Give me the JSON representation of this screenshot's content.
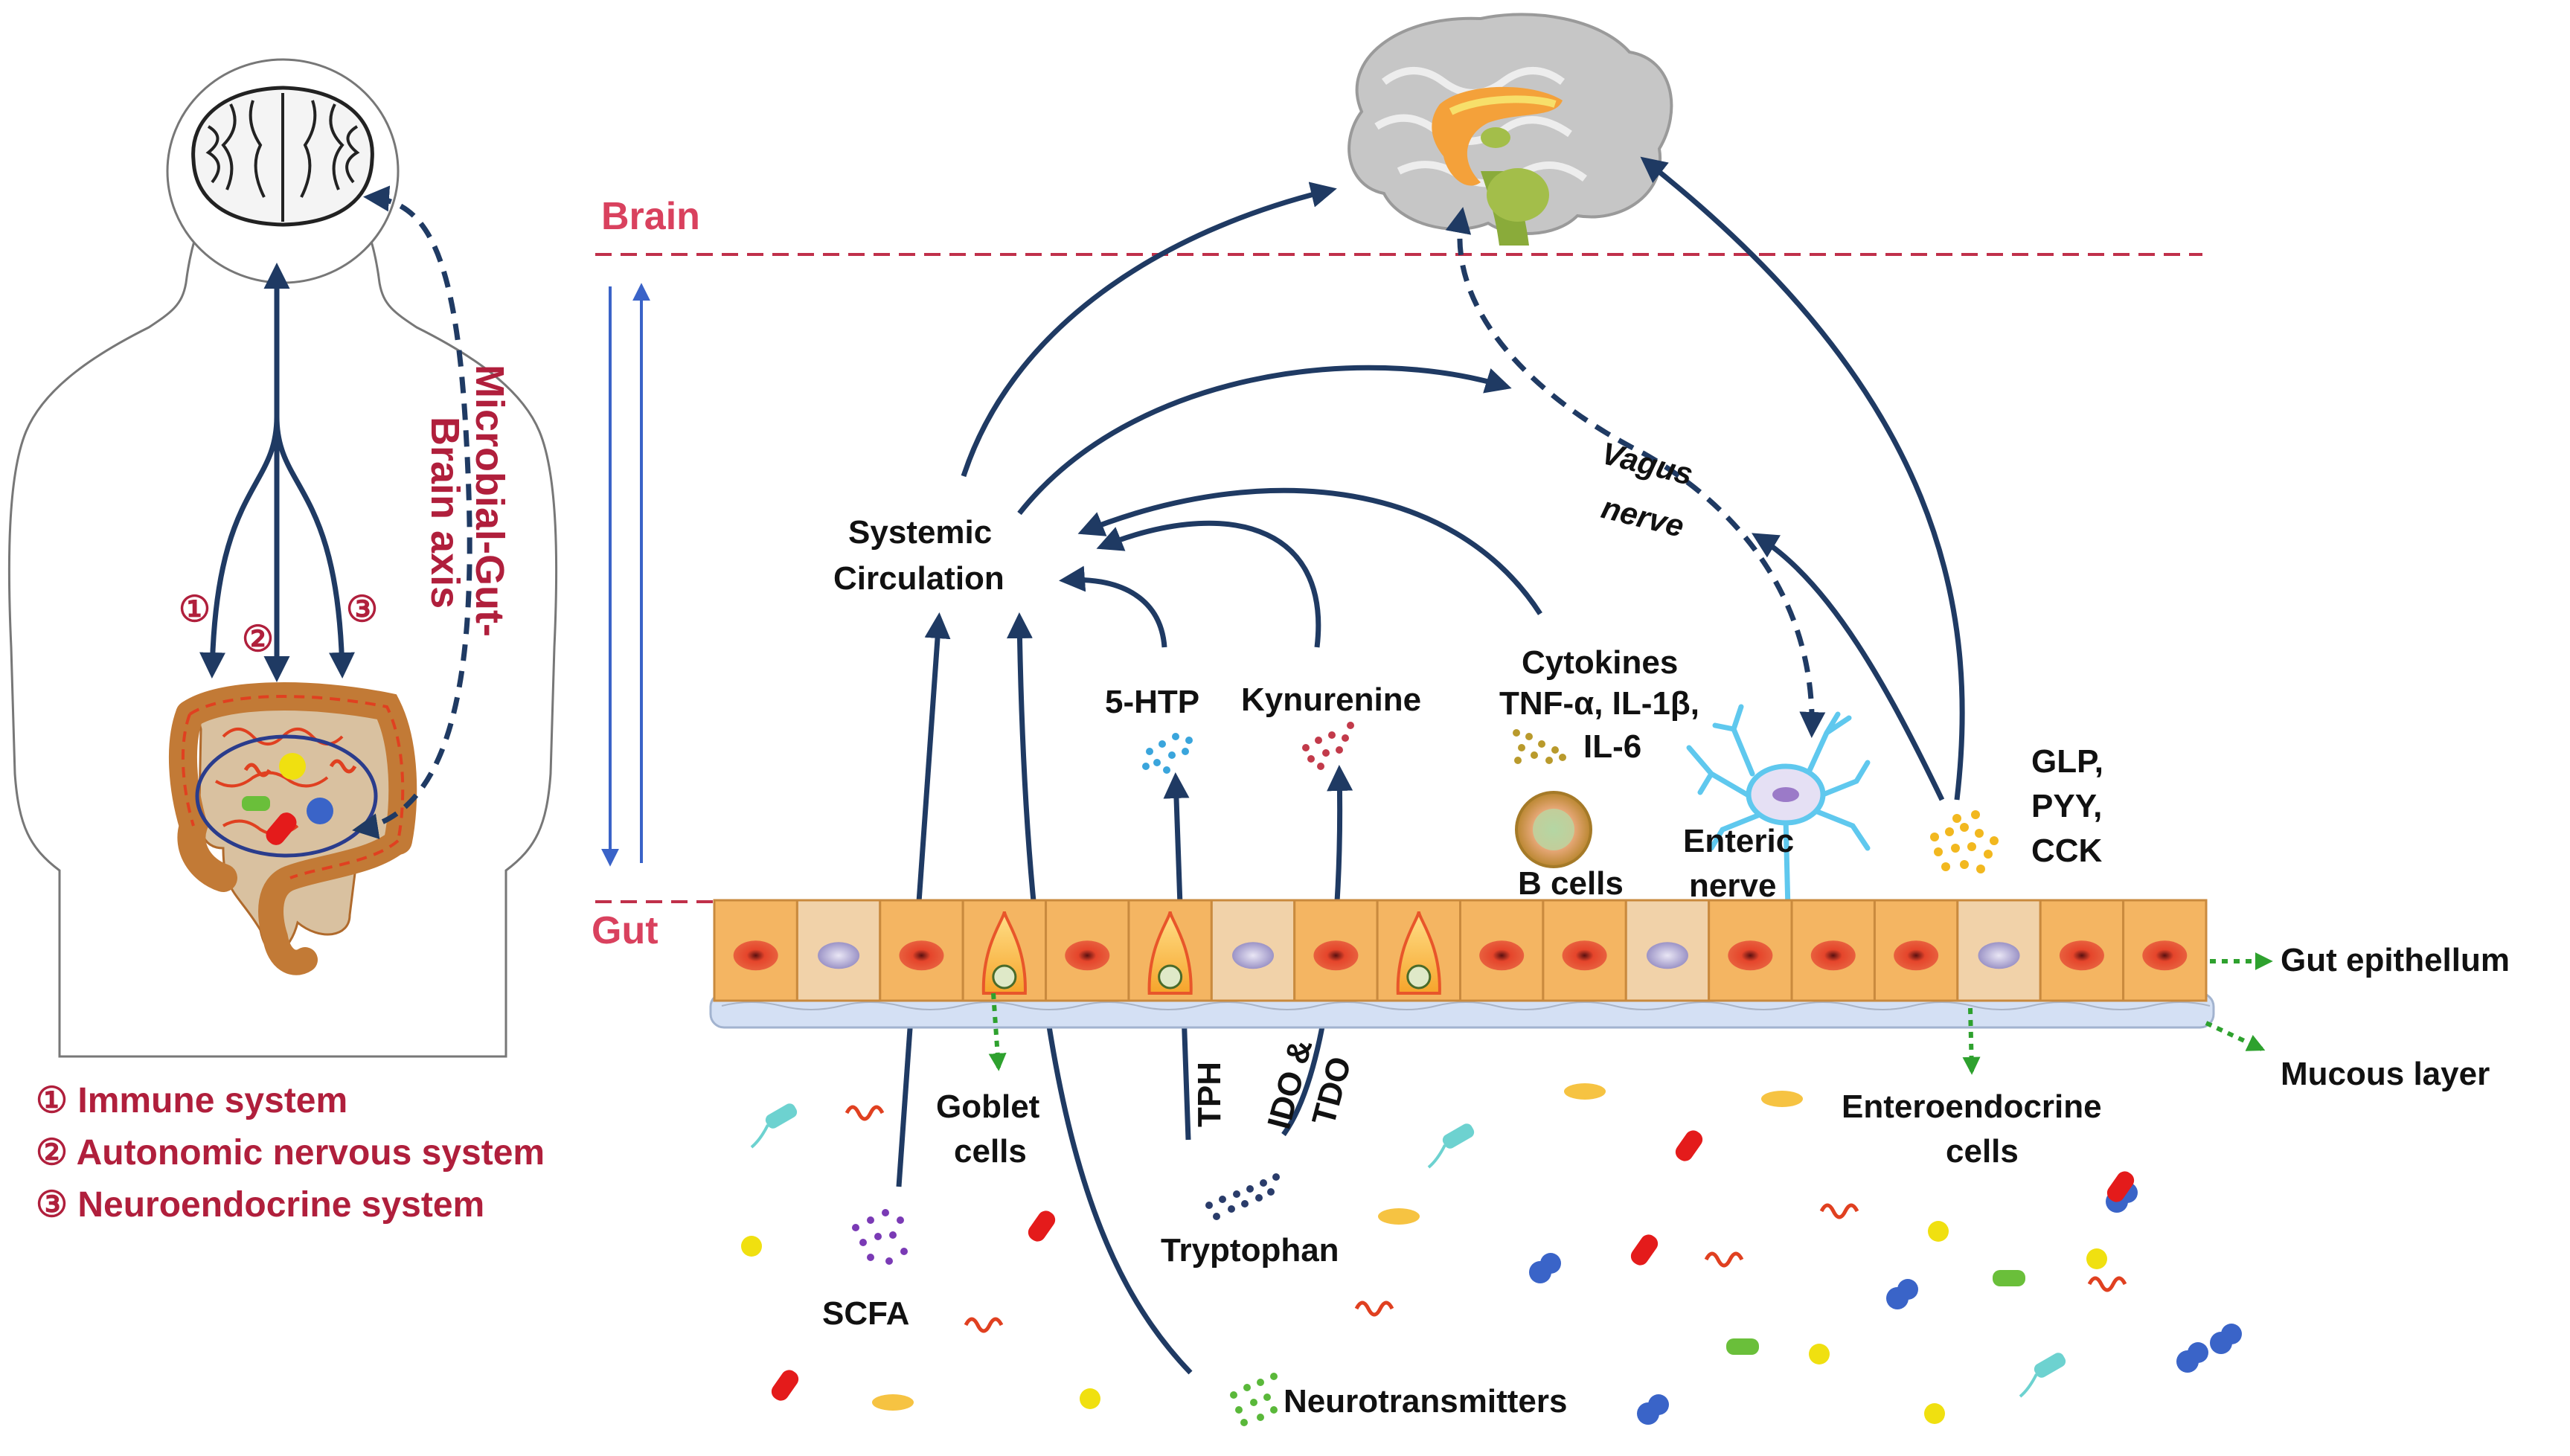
{
  "labels": {
    "brain": "Brain",
    "gut": "Gut",
    "axis_line1": "Microbial-Gut-",
    "axis_line2": "Brain axis",
    "systemic_1": "Systemic",
    "systemic_2": "Circulation",
    "htp": "5-HTP",
    "kynurenine": "Kynurenine",
    "cytokines_1": "Cytokines",
    "cytokines_2": "TNF-α, IL-1β,",
    "cytokines_3": "IL-6",
    "b_cells": "B cells",
    "vagus_1": "Vagus",
    "vagus_2": "nerve",
    "enteric_1": "Enteric",
    "enteric_2": "nerve",
    "glp": "GLP,",
    "pyy": "PYY,",
    "cck": "CCK",
    "gut_epithelium": "Gut epithellum",
    "mucous_layer": "Mucous layer",
    "goblet_1": "Goblet",
    "goblet_2": "cells",
    "tph": "TPH",
    "ido_1": "IDO &",
    "ido_2": "TDO",
    "tryptophan": "Tryptophan",
    "scfa": "SCFA",
    "neurotransmitters": "Neurotransmitters",
    "entero_1": "Enteroendocrine",
    "entero_2": "cells",
    "path1": "①",
    "path2": "②",
    "path3": "③"
  },
  "legend": [
    "① Immune system",
    "② Autonomic nervous system",
    "③ Neuroendocrine system"
  ],
  "colors": {
    "arrow": "#1f3a63",
    "dashed_red": "#c0304a",
    "label_red": "#b01f3c",
    "brain_label": "#d9415e",
    "epithelium": "#f4b562",
    "nucleus_red": "#e5452b",
    "nucleus_lilac": "#bdb6da",
    "green_arrow": "#2ea12e"
  }
}
